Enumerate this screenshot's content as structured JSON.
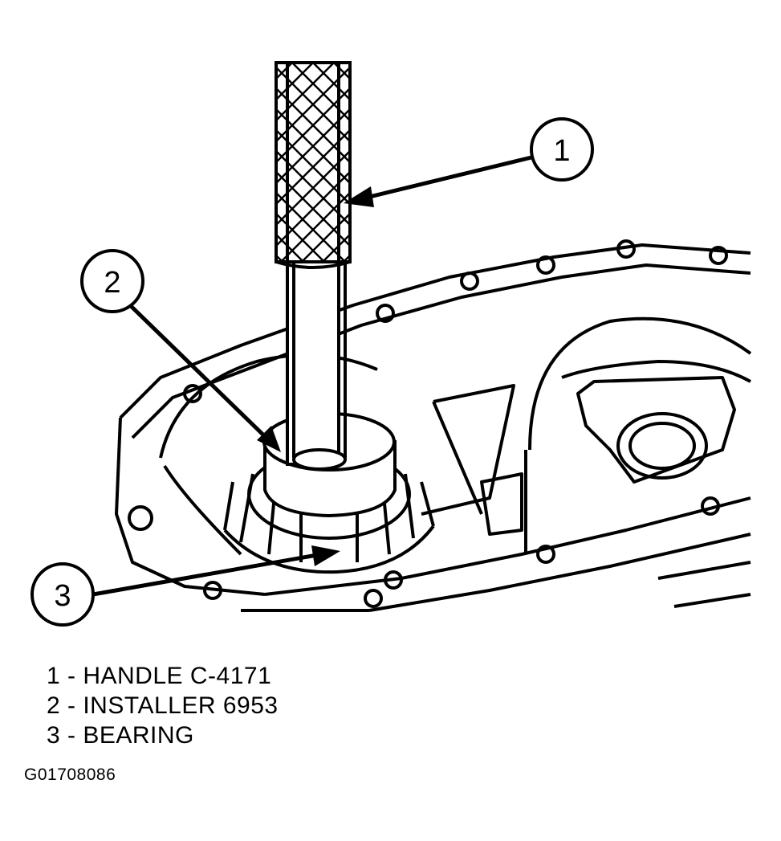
{
  "callouts": [
    {
      "number": "1"
    },
    {
      "number": "2"
    },
    {
      "number": "3"
    }
  ],
  "legend": [
    {
      "text": "1 - HANDLE C-4171"
    },
    {
      "text": "2 - INSTALLER 6953"
    },
    {
      "text": "3 - BEARING"
    }
  ],
  "figure_id": "G01708086"
}
